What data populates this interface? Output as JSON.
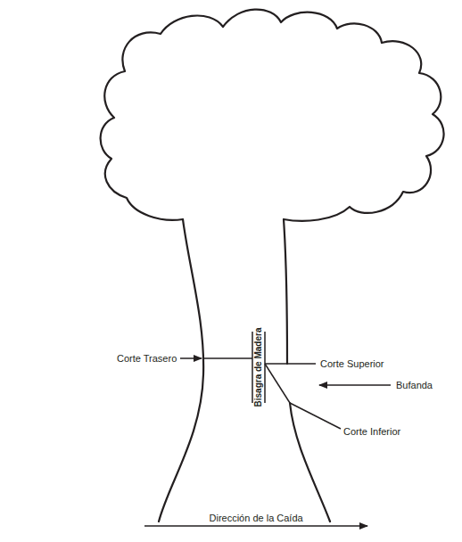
{
  "diagram": {
    "labels": [
      "Corte Trasero",
      "Bisagra de Madera",
      "Corte Superior",
      "Bufanda",
      "Corte Inferior",
      "Dirección de la Caída"
    ]
  }
}
